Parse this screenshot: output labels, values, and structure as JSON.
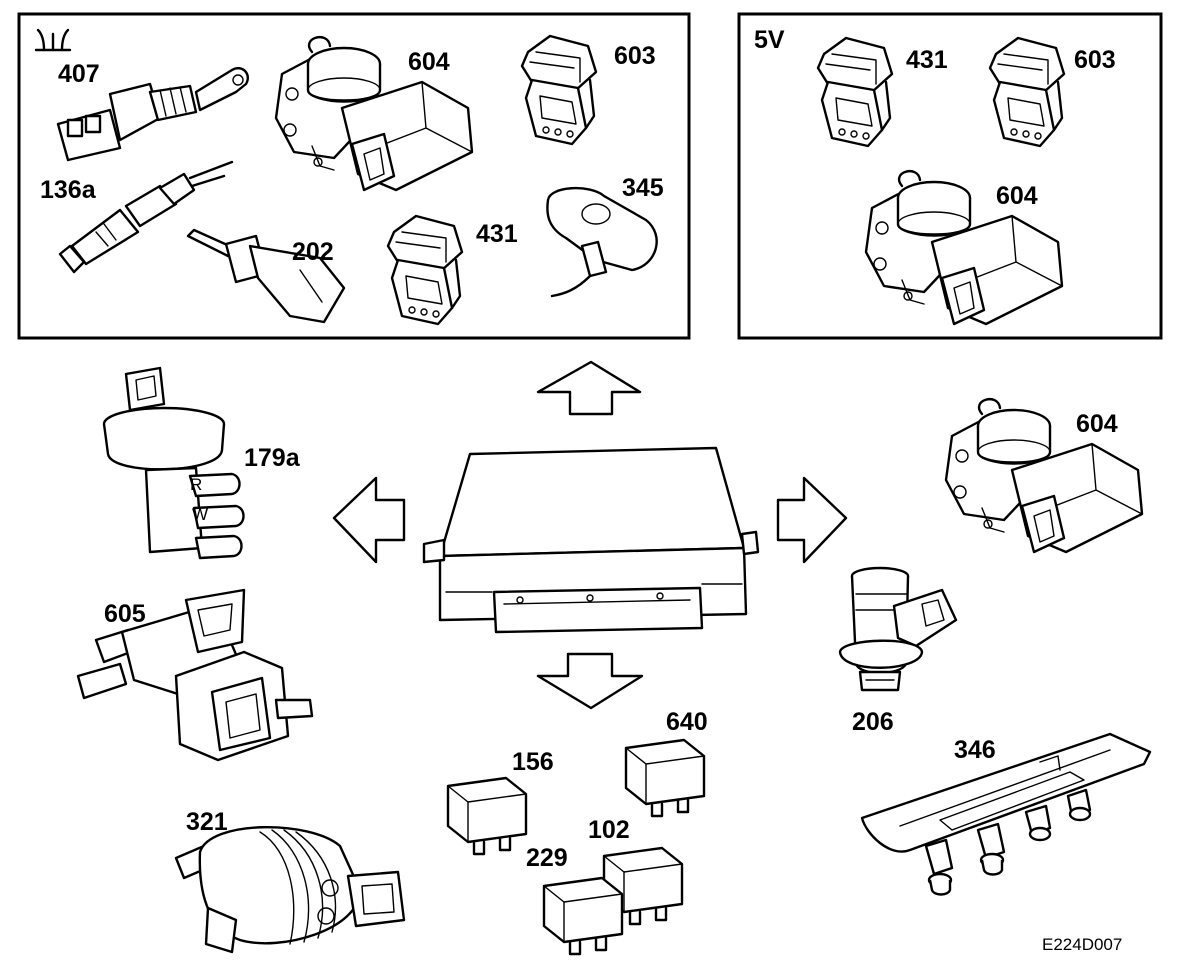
{
  "ground_panel": {
    "symbol": "ground-symbol",
    "labels": {
      "p407": "407",
      "p604": "604",
      "p603": "603",
      "p136a": "136a",
      "p202": "202",
      "p431": "431",
      "p345": "345"
    }
  },
  "supply_panel": {
    "title": "5V",
    "labels": {
      "p431": "431",
      "p603": "603",
      "p604": "604"
    }
  },
  "outputs": {
    "p179a": "179a",
    "p605": "605",
    "p321": "321",
    "p156": "156",
    "p640": "640",
    "p102": "102",
    "p229": "229",
    "p604": "604",
    "p206": "206",
    "p346": "346"
  },
  "figure_code": "E224D007"
}
